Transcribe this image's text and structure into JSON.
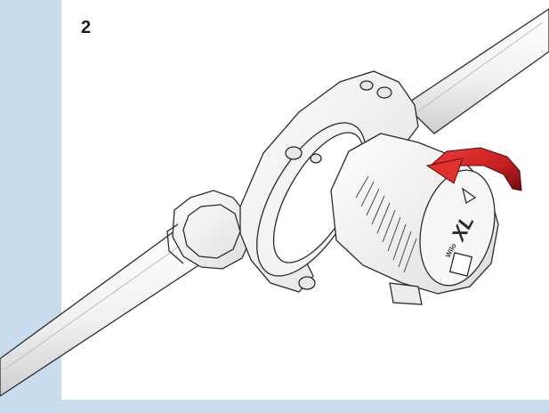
{
  "step": {
    "number": "2"
  },
  "device": {
    "brand": "Wilo",
    "model": "XL"
  },
  "colors": {
    "background": "#c9dced",
    "panel": "#ffffff",
    "arrow_light": "#e3322e",
    "arrow_dark": "#7a0f12",
    "outline": "#2b2b2b"
  },
  "icons": {
    "rotation_arrow": "curved-arrow-icon"
  }
}
